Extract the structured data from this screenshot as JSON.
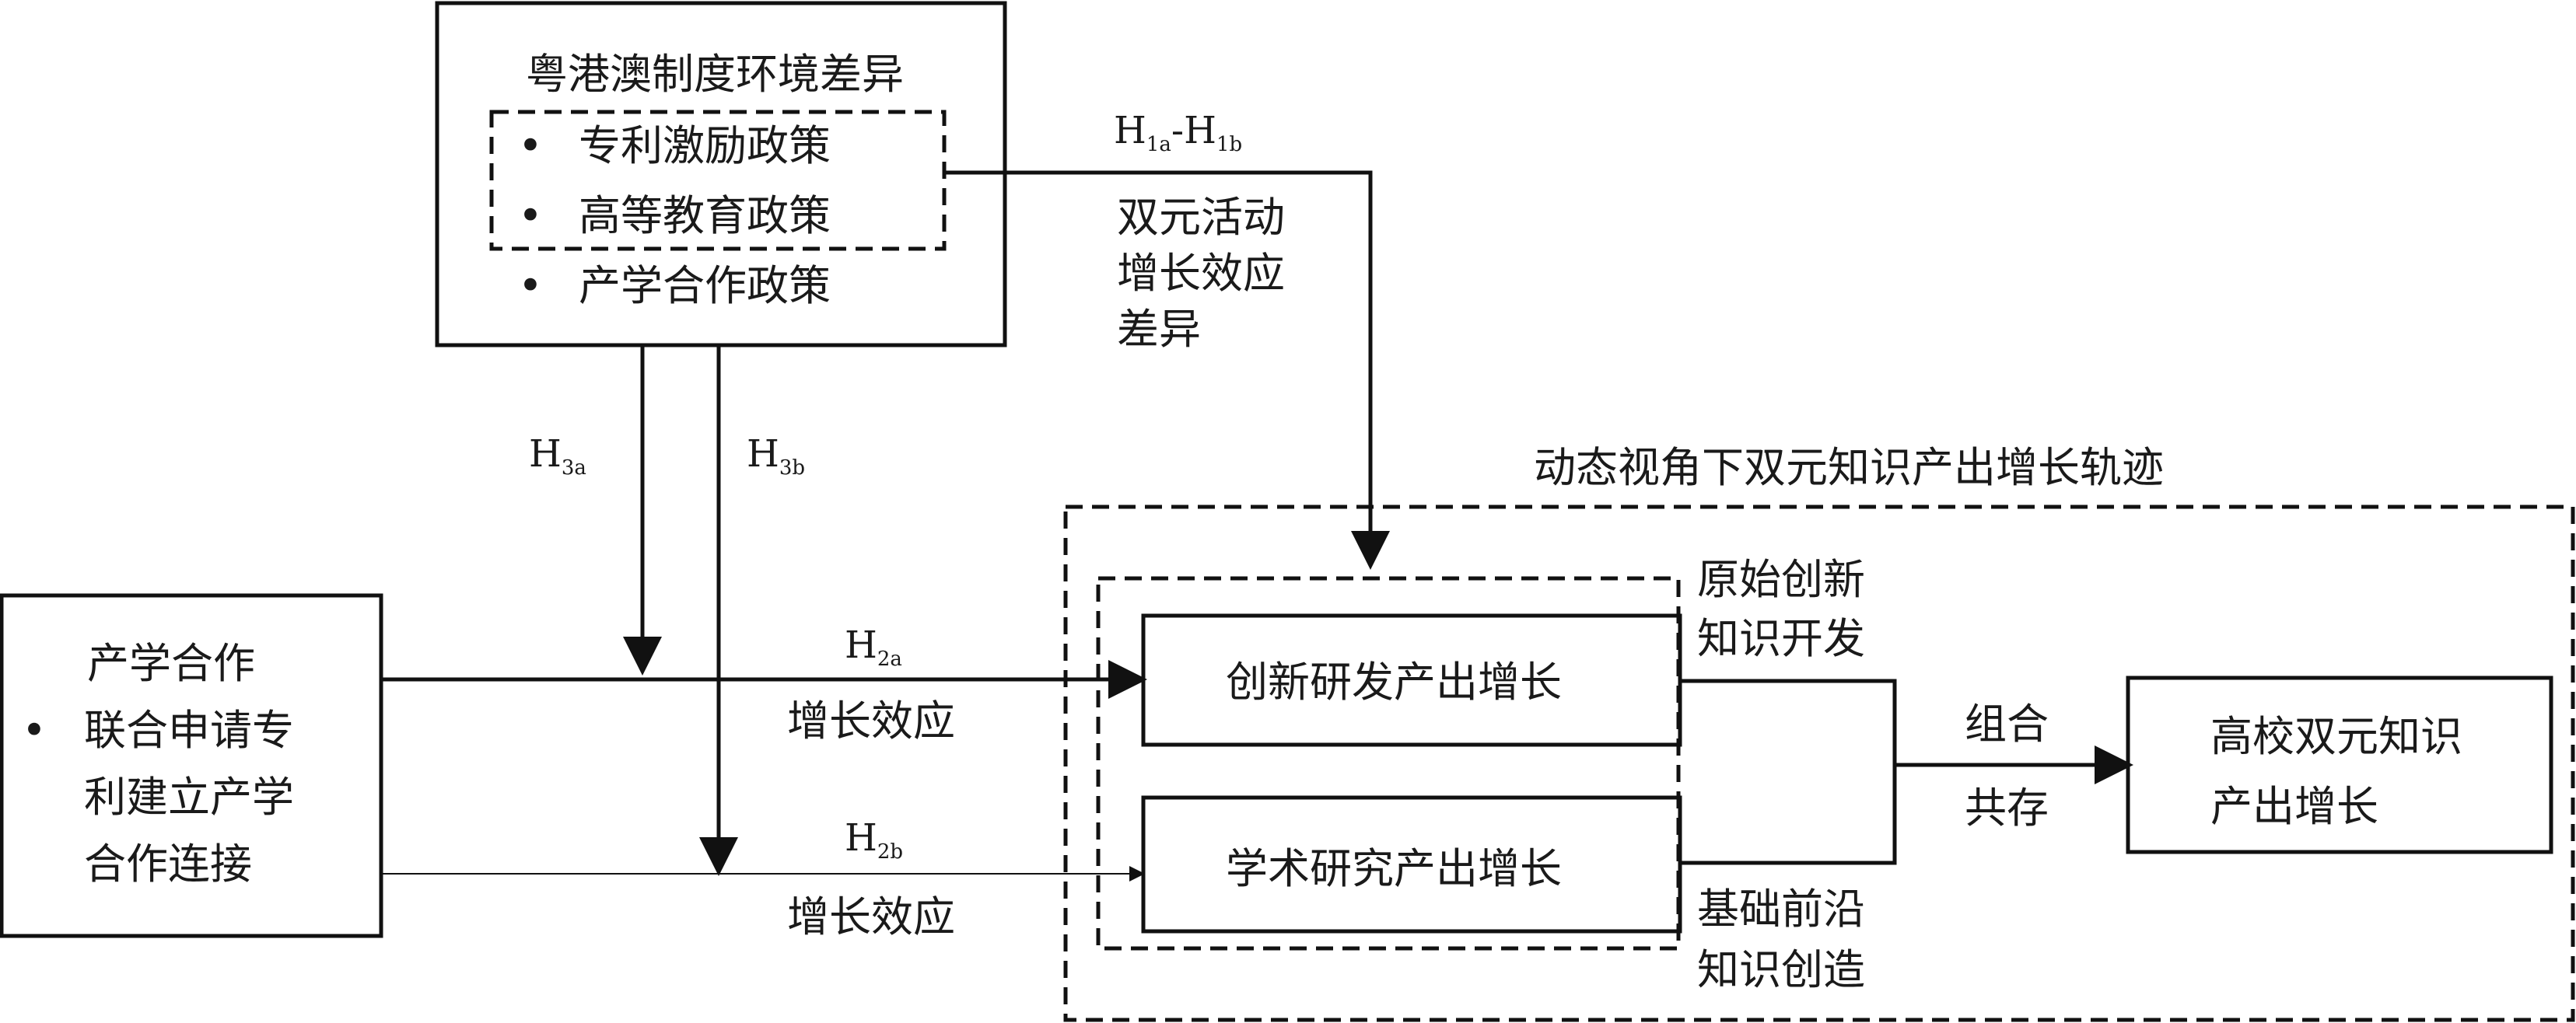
{
  "institutional_box": {
    "title": "粤港澳制度环境差异",
    "bullet": "•",
    "items": [
      "专利激励政策",
      "高等教育政策",
      "产学合作政策"
    ]
  },
  "cooperation_box": {
    "title": "产学合作",
    "bullet": "•",
    "lines": [
      "联合申请专",
      "利建立产学",
      "合作连接"
    ]
  },
  "h1": {
    "main_a": "H",
    "sub_a": "1a",
    "dash": "-",
    "main_b": "H",
    "sub_b": "1b"
  },
  "h1_note": [
    "双元活动",
    "增长效应",
    "差异"
  ],
  "h3a": {
    "main": "H",
    "sub": "3a"
  },
  "h3b": {
    "main": "H",
    "sub": "3b"
  },
  "h2a": {
    "main": "H",
    "sub": "2a",
    "note": "增长效应"
  },
  "h2b": {
    "main": "H",
    "sub": "2b",
    "note": "增长效应"
  },
  "trajectory_title": "动态视角下双元知识产出增长轨迹",
  "innovation_box": "创新研发产出增长",
  "academic_box": "学术研究产出增长",
  "innovation_note": [
    "原始创新",
    "知识开发"
  ],
  "academic_note": [
    "基础前沿",
    "知识创造"
  ],
  "combine_label": [
    "组合",
    "共存"
  ],
  "outcome_box": [
    "高校双元知识",
    "产出增长"
  ]
}
